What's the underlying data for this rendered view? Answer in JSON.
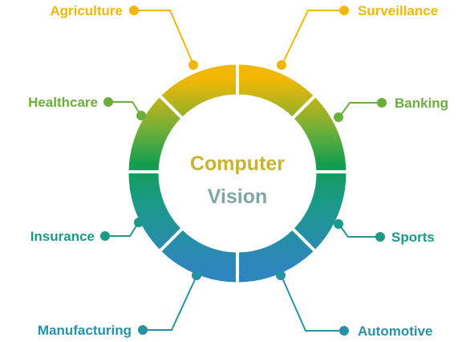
{
  "center": {
    "line1": "Computer",
    "line2": "Vision"
  },
  "labels": {
    "agriculture": "Agriculture",
    "surveillance": "Surveillance",
    "healthcare": "Healthcare",
    "banking": "Banking",
    "insurance": "Insurance",
    "sports": "Sports",
    "manufacturing": "Manufacturing",
    "automotive": "Automotive"
  },
  "colors": {
    "yellow": "#f2b705",
    "yellow_green": "#b6b423",
    "green": "#6aae3b",
    "green_dark": "#139d4e",
    "teal": "#1a9a87",
    "blue_teal": "#2593a7",
    "blue": "#2f86bf",
    "center_line1": "#c8b230",
    "center_line2": "#7fa6a2"
  }
}
